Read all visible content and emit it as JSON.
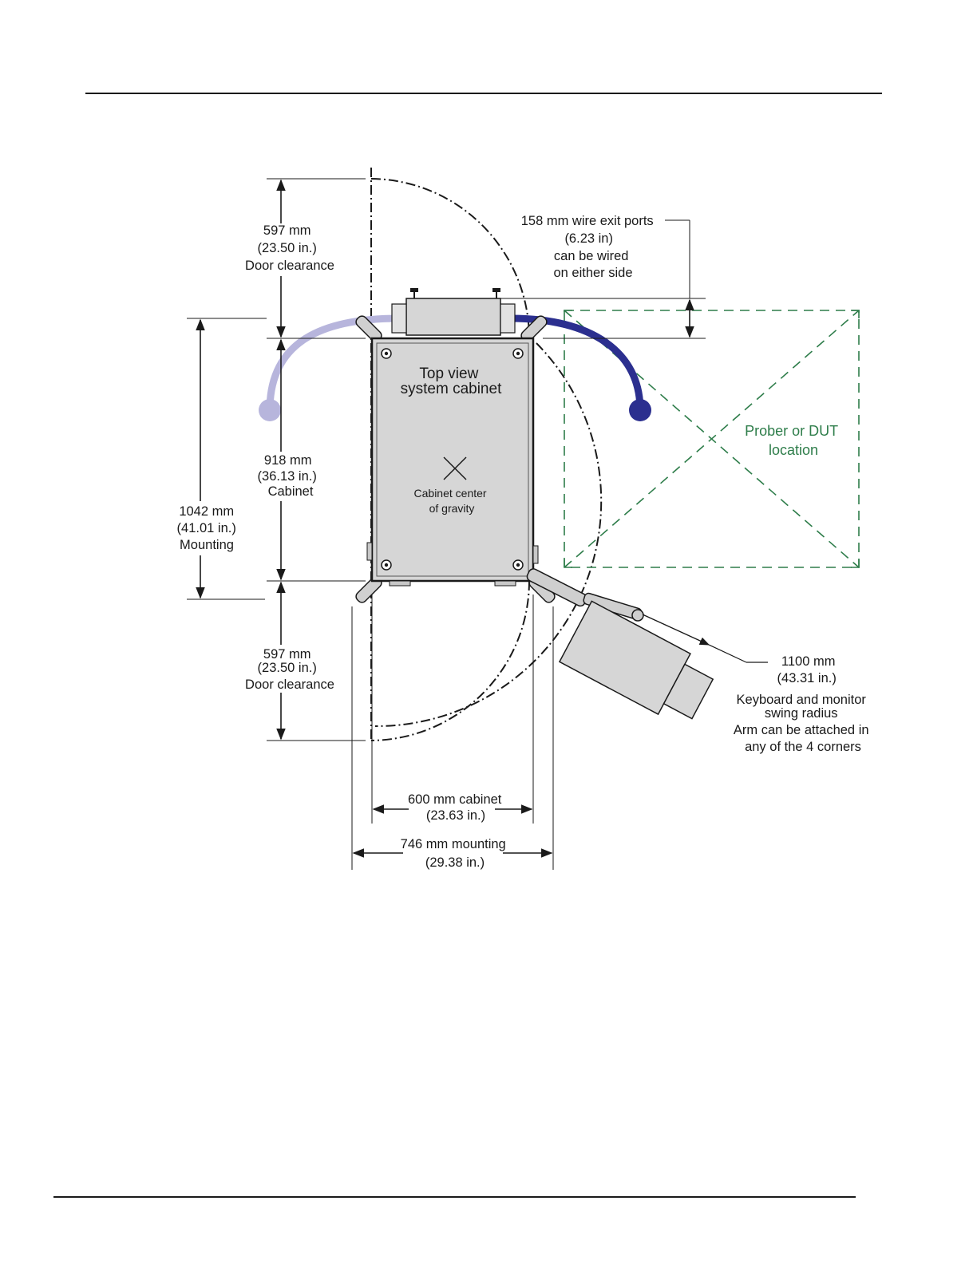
{
  "labels": {
    "door_top": [
      "597 mm",
      "(23.50 in.)",
      "Door clearance"
    ],
    "wire_ports": [
      "158 mm wire exit ports",
      "(6.23 in)",
      "can be wired",
      "on either side"
    ],
    "top_view": [
      "Top view",
      "system cabinet"
    ],
    "cabinet_height": [
      "918 mm",
      "(36.13 in.)",
      "Cabinet"
    ],
    "mounting_height": [
      "1042 mm",
      "(41.01 in.)",
      "Mounting"
    ],
    "center_of_gravity": [
      "Cabinet center",
      "of gravity"
    ],
    "prober": [
      "Prober or DUT",
      "location"
    ],
    "door_bottom": [
      "597 mm",
      "(23.50 in.)",
      "Door clearance"
    ],
    "swing": [
      "1100 mm",
      "(43.31 in.)",
      "Keyboard and monitor",
      "swing radius",
      "Arm can be attached in",
      "any of the 4 corners"
    ],
    "cabinet_width": [
      "600 mm cabinet",
      "(23.63 in.)"
    ],
    "mounting_width": [
      "746 mm mounting",
      "(29.38 in.)"
    ]
  },
  "colors": {
    "cabinet_fill": "#d6d6d6",
    "cable_dark": "#2b2f8f",
    "cable_light": "#b7b5dc",
    "prober_green": "#2e7d4a",
    "line": "#1a1a1a"
  }
}
